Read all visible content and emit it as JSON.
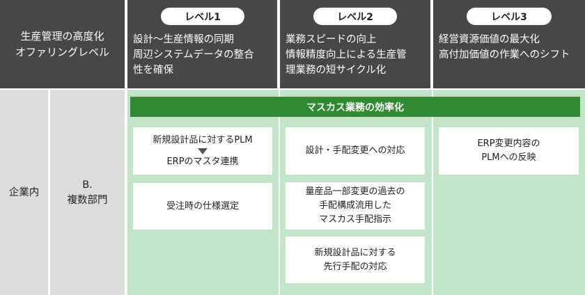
{
  "header": {
    "corner": "生産管理の高度化\nオファリングレベル",
    "levels": [
      {
        "label": "レベル1",
        "desc": "設計〜生産情報の同期\n周辺システムデータの整合\n性を確保"
      },
      {
        "label": "レベル2",
        "desc": "業務スピードの向上\n情報精度向上による生産管\n理業務の短サイクル化"
      },
      {
        "label": "レベル3",
        "desc": "経営資源価値の最大化\n高付加価値の作業へのシフト"
      }
    ]
  },
  "row": {
    "label": "企業内",
    "sublabel": "B.\n複数部門"
  },
  "banner": "マスカス業務の効率化",
  "cards": {
    "level1": [
      {
        "line1": "新規設計品に対するPLM",
        "arrow": "down-triangle-icon",
        "line2": "ERPのマスタ連携"
      },
      {
        "text": "受注時の仕様選定"
      }
    ],
    "level2": [
      {
        "text": "設計・手配変更への対応"
      },
      {
        "text": "量産品一部変更の過去の\n手配構成流用した\nマスカス手配指示"
      },
      {
        "text": "新規設計品に対する\n先行手配の対応"
      }
    ],
    "level3": [
      {
        "text": "ERP変更内容の\nPLMへの反映"
      }
    ]
  },
  "colors": {
    "header_bg": "#474747",
    "label_bg": "#dcdcdc",
    "area_bg": "#c2e5ca",
    "banner_bg": "#2f8a33"
  }
}
